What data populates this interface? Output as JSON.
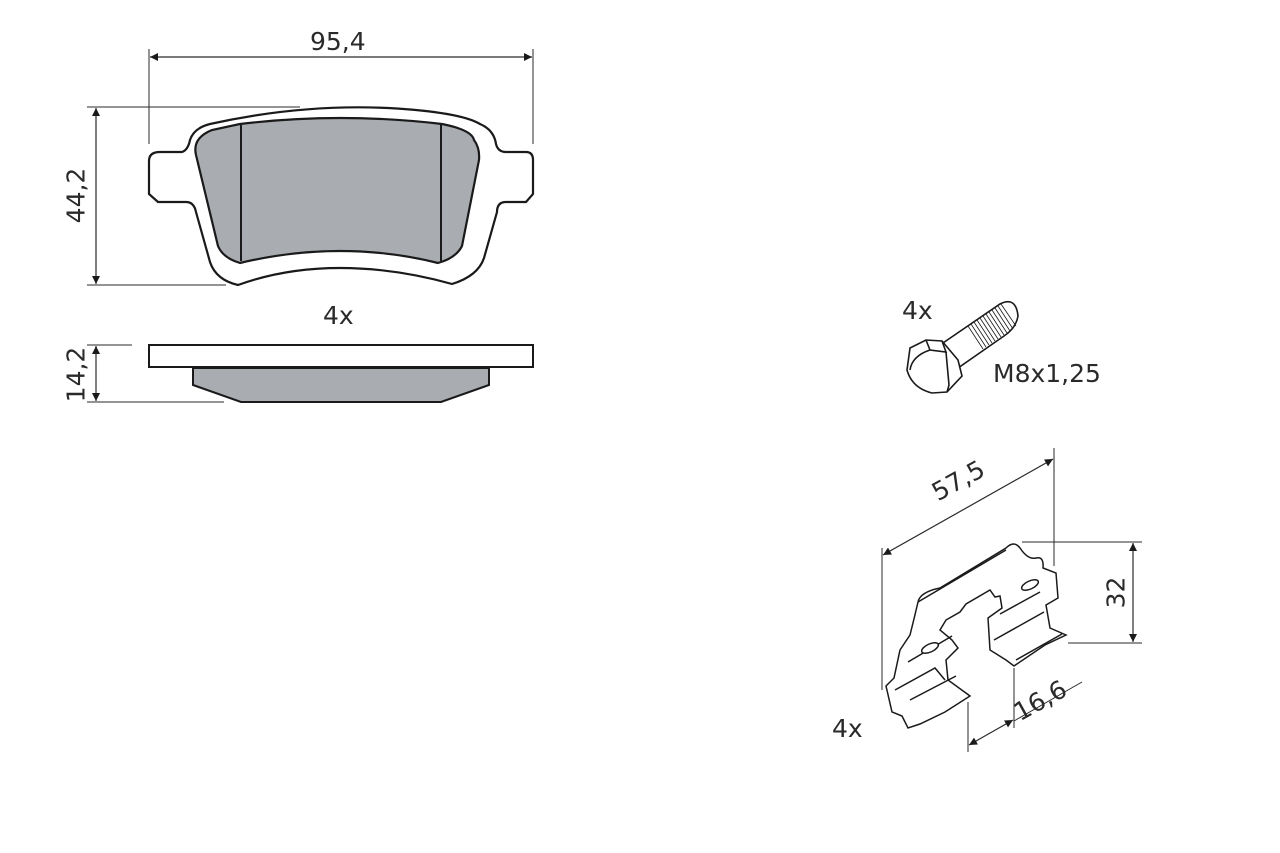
{
  "colors": {
    "line": "#1a1a1a",
    "pad_fill": "#a9adb2",
    "dim_line": "#2a2a2a",
    "background": "#ffffff"
  },
  "brake_pad": {
    "width_dim": "95,4",
    "height_dim": "44,2",
    "thickness_dim": "14,2",
    "quantity": "4x"
  },
  "bolt": {
    "quantity": "4x",
    "thread_spec": "M8x1,25"
  },
  "clip": {
    "length_dim": "57,5",
    "height_dim": "32",
    "depth_dim": "16,6",
    "quantity": "4x"
  }
}
